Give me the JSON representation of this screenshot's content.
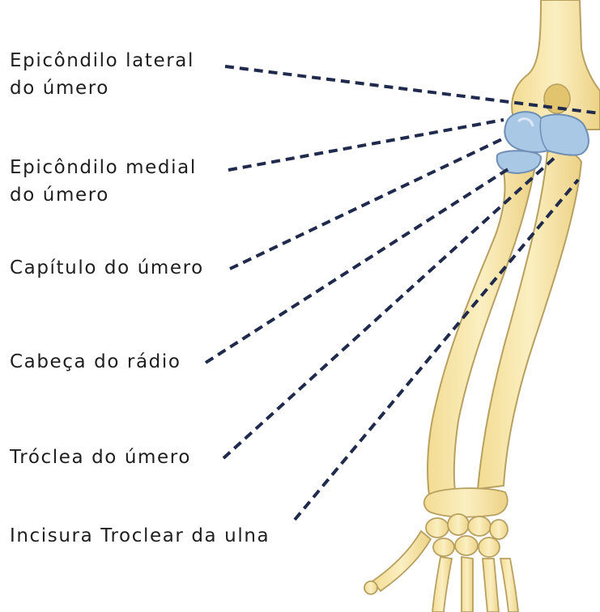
{
  "diagram": {
    "colors": {
      "bone_fill": "#f7e6a6",
      "bone_stroke": "#b8a060",
      "joint_fill": "#a9c8e6",
      "joint_stroke": "#6f8fb4",
      "leader_line": "#1f2a4d",
      "text": "#1e1e1e"
    },
    "labels": [
      {
        "id": "lateral-epicondyle",
        "lines": [
          "Epicôndilo lateral",
          "do úmero"
        ]
      },
      {
        "id": "medial-epicondyle",
        "lines": [
          "Epicôndilo medial",
          "do úmero"
        ]
      },
      {
        "id": "capitulum",
        "lines": [
          "Capítulo do úmero"
        ]
      },
      {
        "id": "radial-head",
        "lines": [
          "Cabeça do rádio"
        ]
      },
      {
        "id": "trochlea",
        "lines": [
          "Tróclea do úmero"
        ]
      },
      {
        "id": "trochlear-notch",
        "lines": [
          "Incisura Troclear da ulna"
        ]
      }
    ]
  }
}
